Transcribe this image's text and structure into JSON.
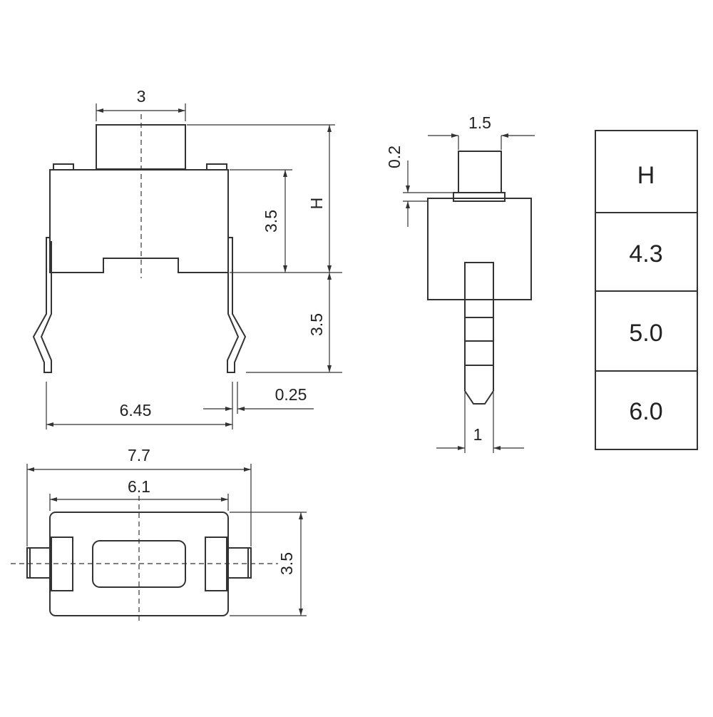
{
  "front_view": {
    "dim_plunger_width": "3",
    "dim_body_height": "3.5",
    "dim_height": "H",
    "dim_lead_length": "3.5",
    "dim_lead_span": "6.45",
    "dim_lead_thickness": "0.25"
  },
  "side_view": {
    "dim_plunger_depth": "1.5",
    "dim_plunger_step": "0.2",
    "dim_lead_width": "1"
  },
  "top_view": {
    "dim_overall_width": "7.7",
    "dim_body_width": "6.1",
    "dim_body_depth": "3.5"
  },
  "height_table": {
    "header": "H",
    "rows": [
      "4.3",
      "5.0",
      "6.0"
    ]
  }
}
